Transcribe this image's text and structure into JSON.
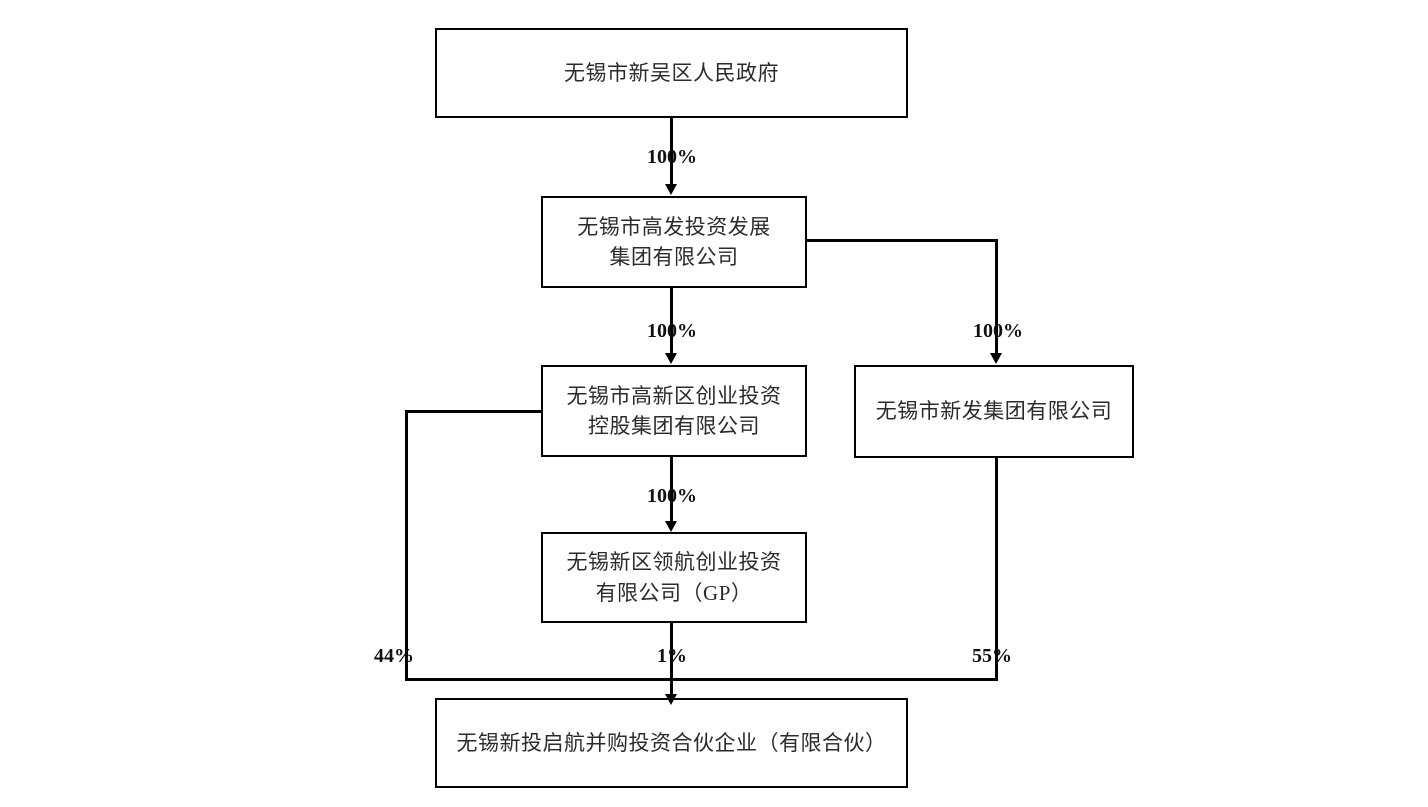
{
  "diagram": {
    "type": "ownership-structure-chart",
    "title_text": "",
    "colors": {
      "line": "#000000",
      "box_border": "#000000",
      "box_fill": "#ffffff",
      "text": "#2b2b2b",
      "label_text": "#111111"
    },
    "nodes": [
      {
        "id": "gov",
        "label": "无锡市新吴区人民政府",
        "lines": "无锡市新吴区人民政府"
      },
      {
        "id": "gaofa",
        "label": "无锡市高发投资发展集团有限公司",
        "lines": "无锡市高发投资发展\n集团有限公司"
      },
      {
        "id": "gaoxinqu",
        "label": "无锡市高新区创业投资控股集团有限公司",
        "lines": "无锡市高新区创业投资\n控股集团有限公司"
      },
      {
        "id": "xinfa",
        "label": "无锡市新发集团有限公司",
        "lines": "无锡市新发集团有限公司"
      },
      {
        "id": "linghang",
        "label": "无锡新区领航创业投资有限公司（GP）",
        "lines": "无锡新区领航创业投资\n有限公司（GP）"
      },
      {
        "id": "fund",
        "label": "无锡新投启航并购投资合伙企业（有限合伙）",
        "lines": "无锡新投启航并购投资合伙企业（有限合伙）"
      }
    ],
    "edges": [
      {
        "id": "gov-gaofa",
        "from": "gov",
        "to": "gaofa",
        "percent": "100%"
      },
      {
        "id": "gaofa-gaoxinqu",
        "from": "gaofa",
        "to": "gaoxinqu",
        "percent": "100%"
      },
      {
        "id": "gaofa-xinfa",
        "from": "gaofa",
        "to": "xinfa",
        "percent": "100%"
      },
      {
        "id": "gaoxinqu-linghang",
        "from": "gaoxinqu",
        "to": "linghang",
        "percent": "100%"
      },
      {
        "id": "gaoxinqu-fund",
        "from": "gaoxinqu",
        "to": "fund",
        "percent": "44%"
      },
      {
        "id": "linghang-fund",
        "from": "linghang",
        "to": "fund",
        "percent": "1%"
      },
      {
        "id": "xinfa-fund",
        "from": "xinfa",
        "to": "fund",
        "percent": "55%"
      }
    ]
  }
}
